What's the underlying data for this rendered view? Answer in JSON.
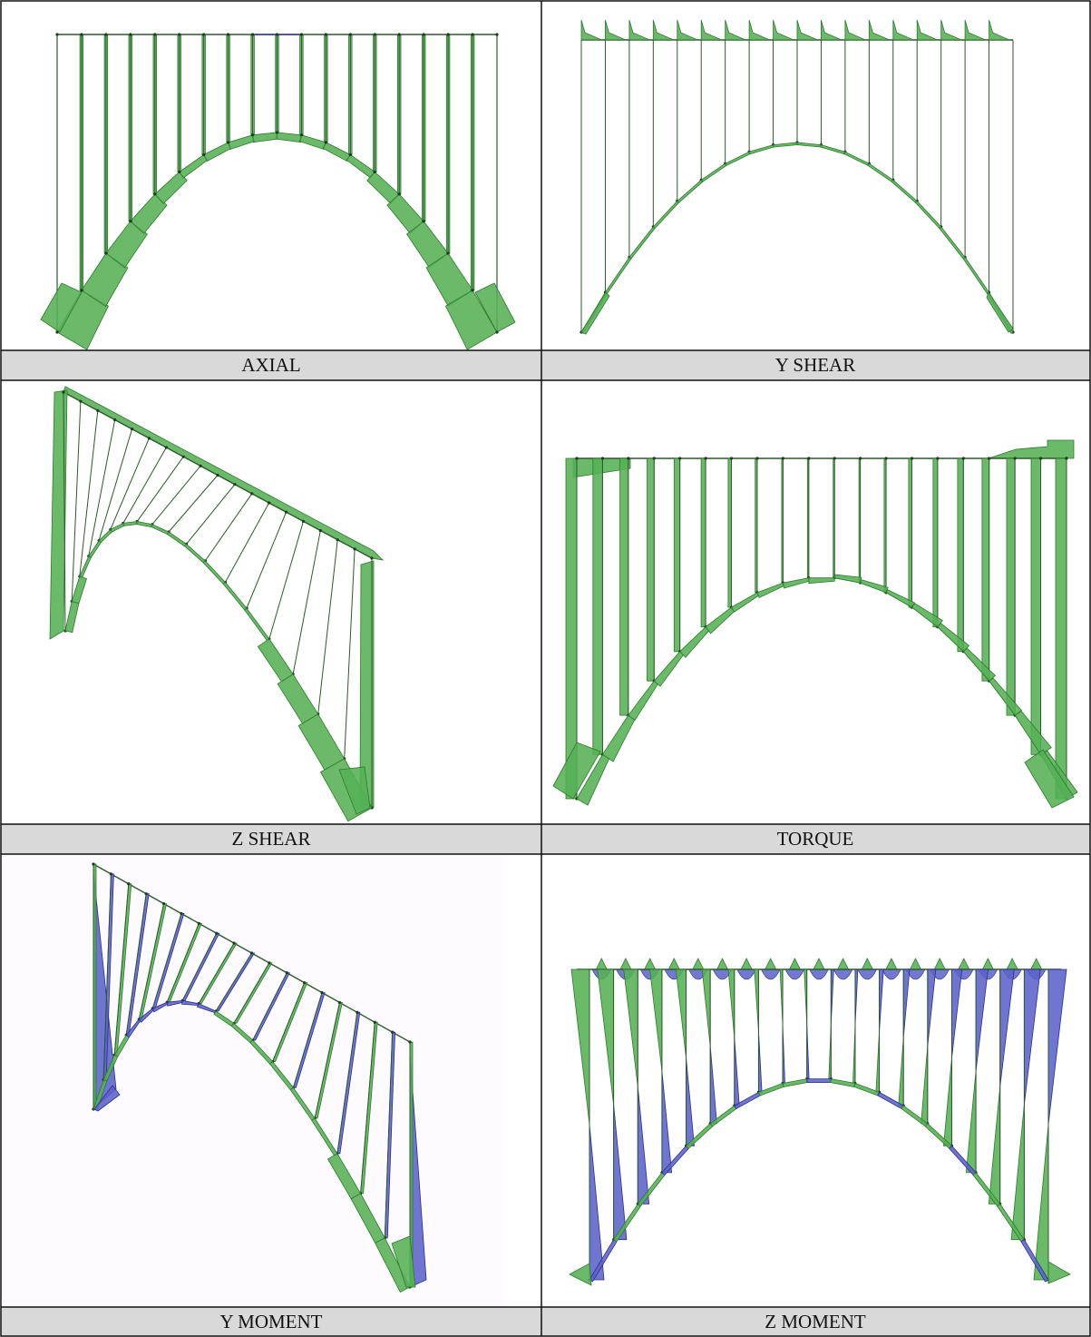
{
  "panels": [
    {
      "id": "axial",
      "label": "AXIAL",
      "kind": "arch-axial"
    },
    {
      "id": "yshear",
      "label": "Y SHEAR",
      "kind": "arch-yshear"
    },
    {
      "id": "zshear",
      "label": "Z SHEAR",
      "kind": "skew-zshear"
    },
    {
      "id": "torque",
      "label": "TORQUE",
      "kind": "arch-torque"
    },
    {
      "id": "ymoment",
      "label": "Y MOMENT",
      "kind": "skew-ymoment"
    },
    {
      "id": "zmoment",
      "label": "Z MOMENT",
      "kind": "arch-zmoment"
    }
  ],
  "colors": {
    "positive_fill": "#55b055",
    "positive_stroke": "#2f7a2f",
    "negative_fill": "#5b62c9",
    "negative_stroke": "#2b2f8a",
    "member": "#2d5a2d",
    "label_bar": "#d9d9d9",
    "grid_line": "#111111",
    "ymoment_bg": "#fdfbfe"
  }
}
